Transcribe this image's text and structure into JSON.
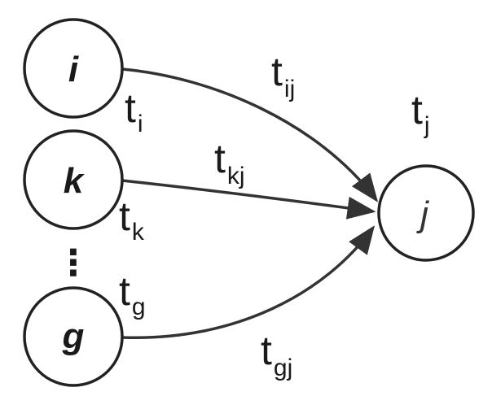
{
  "nodes": {
    "i": {
      "label": "i"
    },
    "k": {
      "label": "k"
    },
    "g": {
      "label": "g"
    },
    "j": {
      "label": "j"
    }
  },
  "ellipsis": "⋮",
  "node_times": {
    "i": {
      "base": "t",
      "sub": "i"
    },
    "k": {
      "base": "t",
      "sub": "k"
    },
    "g": {
      "base": "t",
      "sub": "g"
    },
    "j": {
      "base": "t",
      "sub": "j"
    }
  },
  "edge_times": {
    "ij": {
      "base": "t",
      "sub": "ij"
    },
    "kj": {
      "base": "t",
      "sub": "kj"
    },
    "gj": {
      "base": "t",
      "sub": "gj"
    }
  },
  "colors": {
    "stroke": "#222222",
    "edge": "#333333",
    "text": "#1a1a1a",
    "background": "#ffffff"
  }
}
